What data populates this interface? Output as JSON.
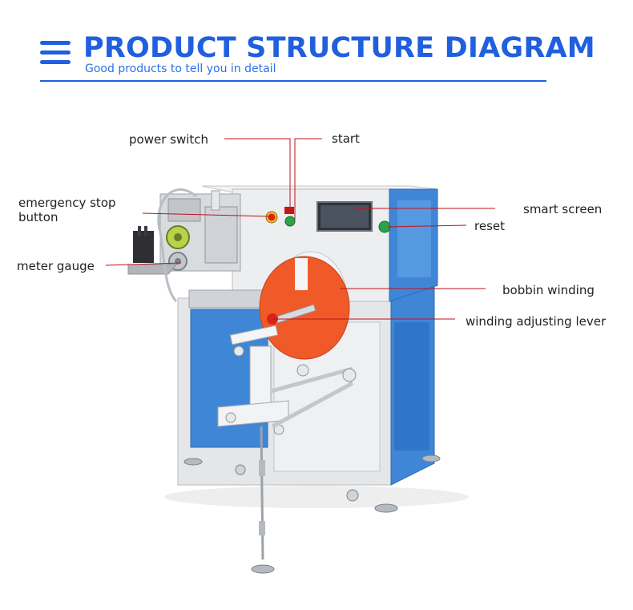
{
  "header": {
    "title": "PRODUCT STRUCTURE DIAGRAM",
    "subtitle": "Good products to tell you in detail"
  },
  "labels": {
    "power_switch": "power switch",
    "start": "start",
    "emergency_stop_line1": "emergency stop",
    "emergency_stop_line2": "button",
    "smart_screen": "smart screen",
    "reset": "reset",
    "meter_gauge": "meter gauge",
    "bobbin_winding": "bobbin winding",
    "winding_adjusting_lever": "winding adjusting lever"
  },
  "colors": {
    "accent": "#1f5fe0",
    "leader_line": "#c0121a",
    "machine_blue": "#3f87d6",
    "bobbin_orange": "#f05a28"
  }
}
